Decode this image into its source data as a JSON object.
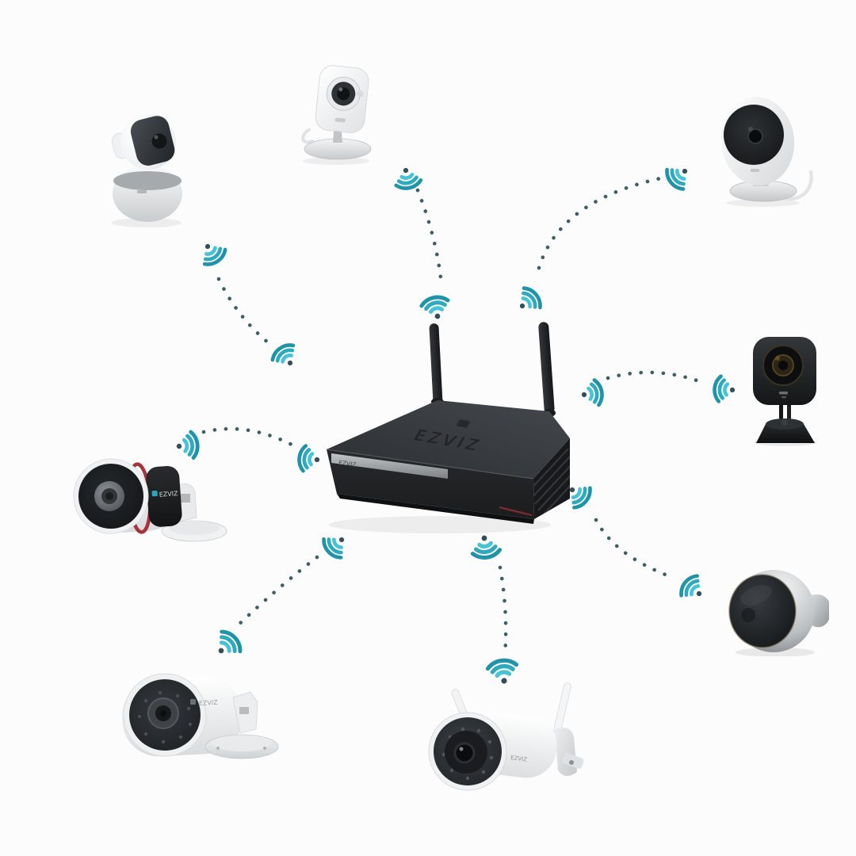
{
  "scene": {
    "background_color": "#fcfcfd",
    "wifi_arc_color": "#2ba6ba",
    "wifi_arc_light": "#46c3d6",
    "wifi_arc_dark": "#1f93a8",
    "dot_color": "#3c5e66",
    "description": "Wireless NVR hub connected to eight EZVIZ security cameras by dotted wifi links"
  },
  "hub": {
    "kind": "wireless-nvr-recorder",
    "top_label": "EZVIZ",
    "front_label": "EZVIZ",
    "antenna_count": 2,
    "body_color": "#303336",
    "position": "center"
  },
  "devices": [
    {
      "id": "ptz-dome-camera",
      "kind": "indoor pan-tilt dome camera, white",
      "position": "top-left"
    },
    {
      "id": "mini-cube-camera-white",
      "kind": "indoor mini cube camera on stand, white",
      "position": "top-center"
    },
    {
      "id": "cube-camera-white-cable",
      "kind": "indoor camera on stand with cable, white",
      "position": "top-right"
    },
    {
      "id": "mini-cube-camera-black",
      "kind": "indoor mini cube camera, black",
      "position": "right"
    },
    {
      "id": "fisheye-camera",
      "kind": "panoramic fisheye sphere camera, metallic",
      "position": "bottom-right"
    },
    {
      "id": "outdoor-bullet-camera-antennas",
      "kind": "outdoor wifi bullet camera with two antennas, white",
      "position": "bottom-center",
      "label": "EZVIZ"
    },
    {
      "id": "outdoor-bullet-camera",
      "kind": "outdoor bullet camera with wall mount, white",
      "position": "bottom-left",
      "label": "EZVIZ"
    },
    {
      "id": "bullet-camera-red-ring",
      "kind": "outdoor bullet camera with red trim ring, white",
      "position": "left",
      "label": "EZVIZ"
    }
  ],
  "connections": [
    {
      "from": "hub",
      "to": "ptz-dome-camera",
      "style": "dotted-wifi"
    },
    {
      "from": "hub",
      "to": "mini-cube-camera-white",
      "style": "dotted-wifi"
    },
    {
      "from": "hub",
      "to": "cube-camera-white-cable",
      "style": "dotted-wifi"
    },
    {
      "from": "hub",
      "to": "mini-cube-camera-black",
      "style": "dotted-wifi"
    },
    {
      "from": "hub",
      "to": "fisheye-camera",
      "style": "dotted-wifi"
    },
    {
      "from": "hub",
      "to": "outdoor-bullet-camera-antennas",
      "style": "dotted-wifi"
    },
    {
      "from": "hub",
      "to": "outdoor-bullet-camera",
      "style": "dotted-wifi"
    },
    {
      "from": "hub",
      "to": "bullet-camera-red-ring",
      "style": "dotted-wifi"
    }
  ]
}
